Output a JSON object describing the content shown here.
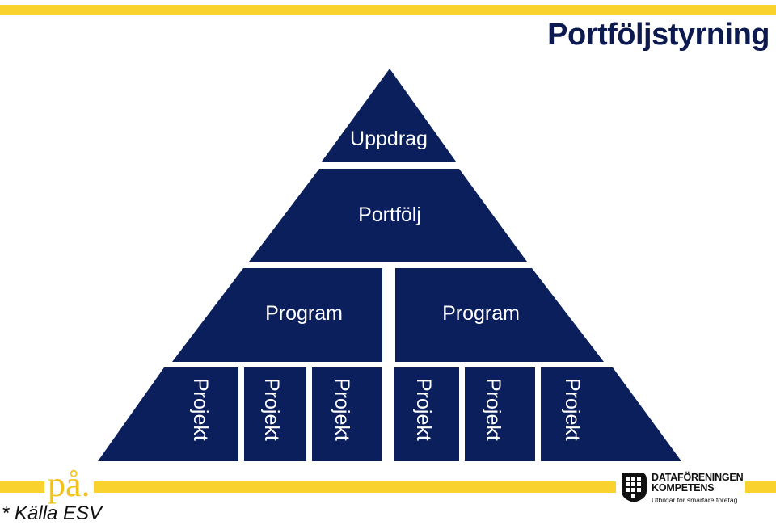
{
  "header": {
    "title": "Portföljstyrning"
  },
  "pyramid": {
    "fill_color": "#0a1f5c",
    "tier1": {
      "label": "Uppdrag"
    },
    "tier2": {
      "label": "Portfölj"
    },
    "tier3": {
      "programs": [
        "Program",
        "Program"
      ]
    },
    "tier4": {
      "projects": [
        "Projekt",
        "Projekt",
        "Projekt",
        "Projekt",
        "Projekt",
        "Projekt"
      ]
    }
  },
  "footer": {
    "logo_text": "på.",
    "source_note": "* Källa ESV",
    "brand": {
      "line1": "DATAFÖRENINGEN",
      "line2": "KOMPETENS",
      "tagline": "Utbildar för smartare företag"
    }
  },
  "colors": {
    "accent_yellow": "#f9d22e",
    "navy": "#0a1f5c",
    "title_color": "#0d1a4f"
  }
}
